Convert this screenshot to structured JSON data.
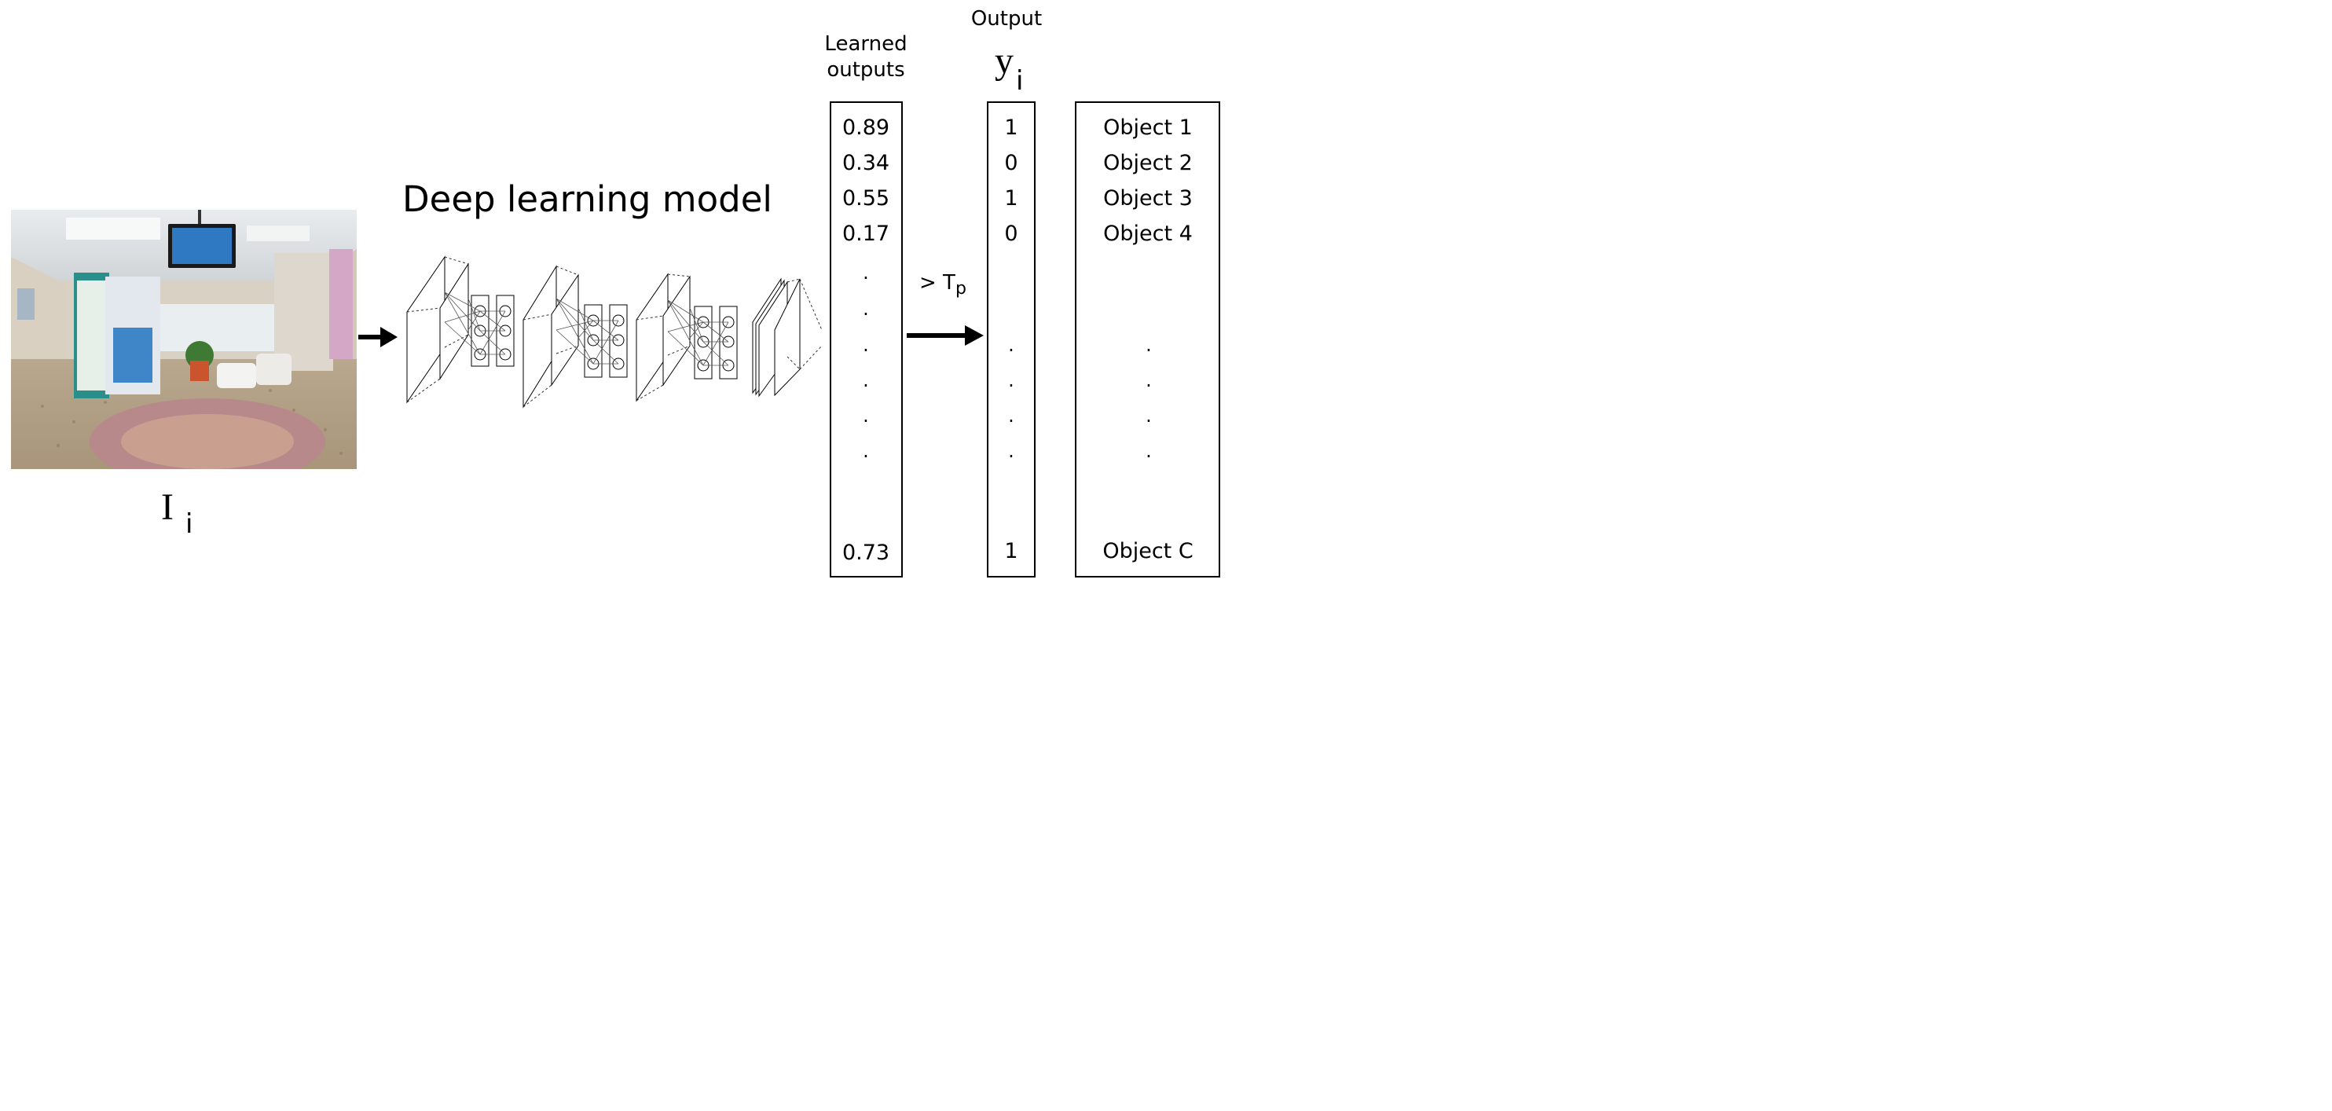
{
  "input": {
    "symbol": "I",
    "subscript": "i"
  },
  "model": {
    "title": "Deep learning model"
  },
  "learned": {
    "heading_line1": "Learned",
    "heading_line2": "outputs",
    "values": [
      "0.89",
      "0.34",
      "0.55",
      "0.17"
    ],
    "last_value": "0.73",
    "ellipsis": "."
  },
  "threshold": {
    "prefix": "> T",
    "subscript": "p"
  },
  "output": {
    "heading": "Output",
    "symbol": "y",
    "subscript": "i",
    "values": [
      "1",
      "0",
      "1",
      "0"
    ],
    "last_value": "1",
    "ellipsis": "."
  },
  "objects": {
    "labels": [
      "Object 1",
      "Object 2",
      "Object 3",
      "Object 4"
    ],
    "last_label": "Object C",
    "ellipsis": "."
  }
}
